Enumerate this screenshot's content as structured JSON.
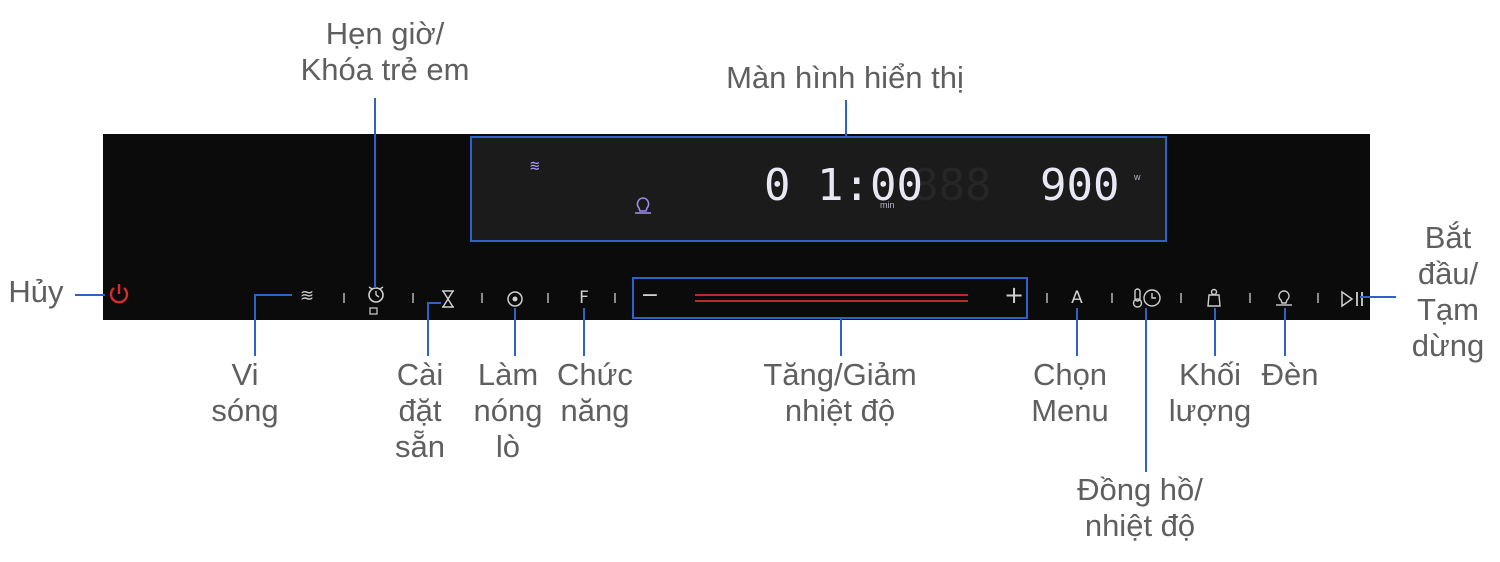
{
  "labels": {
    "timer": [
      "Hẹn giờ/",
      "Khóa trẻ em"
    ],
    "display": "Màn hình hiển thị",
    "cancel": "Hủy",
    "start": [
      "Bắt",
      "đầu/",
      "Tạm",
      "dừng"
    ],
    "microwave": [
      "Vi",
      "sóng"
    ],
    "preset": [
      "Cài",
      "đặt",
      "sẵn"
    ],
    "preheat": [
      "Làm",
      "nóng",
      "lò"
    ],
    "function": [
      "Chức",
      "năng"
    ],
    "temp_adjust": [
      "Tăng/Giảm",
      "nhiệt độ"
    ],
    "menu": [
      "Chọn",
      "Menu"
    ],
    "clock_temp": [
      "Đồng hồ/",
      "nhiệt độ"
    ],
    "weight": [
      "Khối",
      "lượng"
    ],
    "light": "Đèn"
  },
  "display": {
    "time": "0 1:00",
    "time_unit": "min",
    "power": "900",
    "power_unit": "w",
    "ghost_digits": "888"
  },
  "panel_buttons": {
    "function_letter": "F",
    "menu_letter": "A",
    "minus": "−",
    "plus": "+"
  },
  "colors": {
    "panel": "#0b0b0b",
    "display_bg": "#1b1b1b",
    "callout": "#2d62c9",
    "power_icon": "#d92b2b",
    "slider_bar": "#c0262b",
    "label_text": "#5f5f5f",
    "icon_accent": "#9a8cf0"
  },
  "icons": [
    "power-icon",
    "microwave-waves-icon",
    "alarm-clock-lock-icon",
    "hourglass-icon",
    "fan-icon",
    "clock-thermometer-icon",
    "weight-icon",
    "light-bulb-icon",
    "play-pause-icon"
  ]
}
